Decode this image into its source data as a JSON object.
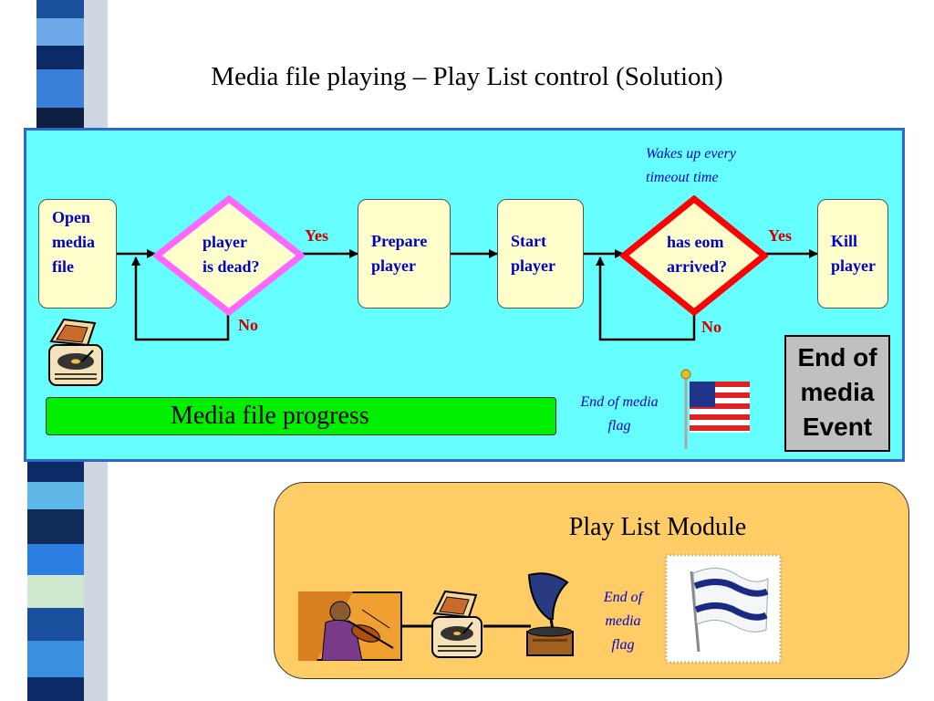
{
  "slide": {
    "title": "Media file playing – Play List control (Solution)"
  },
  "flow": {
    "open_box": [
      "Open",
      "media",
      "file"
    ],
    "decision1": [
      "player",
      "is dead?"
    ],
    "decision1_yes": "Yes",
    "decision1_no": "No",
    "prepare_box": [
      "Prepare",
      "player"
    ],
    "start_box": [
      "Start",
      "player"
    ],
    "decision2": [
      "has eom",
      "arrived?"
    ],
    "decision2_yes": "Yes",
    "decision2_no": "No",
    "kill_box": [
      "Kill",
      "player"
    ],
    "wakes_note": [
      "Wakes up every",
      "timeout time"
    ]
  },
  "progress_bar": {
    "label": "Media file progress"
  },
  "flag_note": [
    "End of media",
    "flag"
  ],
  "eom_event": [
    "End of",
    "media",
    "Event"
  ],
  "play_list_module": {
    "title": "Play List Module",
    "flag_note": [
      "End of",
      "media",
      "flag"
    ]
  },
  "colors": {
    "panel": "#66ffff",
    "decision1_border": "#ff66ff",
    "decision2_border": "#ff0000",
    "progress": "#00ee00",
    "module": "#ffcc66",
    "label_blue": "#0000cc",
    "label_red": "#cc0000"
  }
}
